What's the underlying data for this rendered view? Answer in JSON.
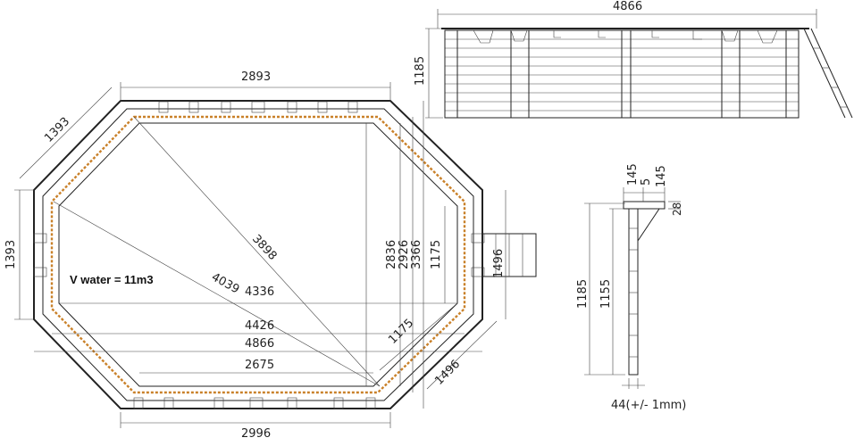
{
  "volume_label": "V water = 11m3",
  "plan": {
    "top_width": "2893",
    "bottom_width": "2996",
    "diag_side": "1393",
    "left_side": "1393",
    "inner_width": "2675",
    "diagonal_a": "3898",
    "diagonal_b": "4039",
    "width_4336": "4336",
    "width_4426": "4426",
    "width_4866": "4866",
    "height_2836": "2836",
    "height_2926": "2926",
    "height_3366": "3366",
    "right_1175": "1175",
    "corner_1175": "1175",
    "ladder_1496": "1496",
    "corner_1496": "1496"
  },
  "elevation": {
    "length": "4866",
    "height": "1185"
  },
  "section": {
    "height_total": "1185",
    "height_inner": "1155",
    "top_a": "145",
    "top_b": "145",
    "top_gap": "5",
    "lip": "28",
    "board": "44(+/- 1mm)"
  }
}
